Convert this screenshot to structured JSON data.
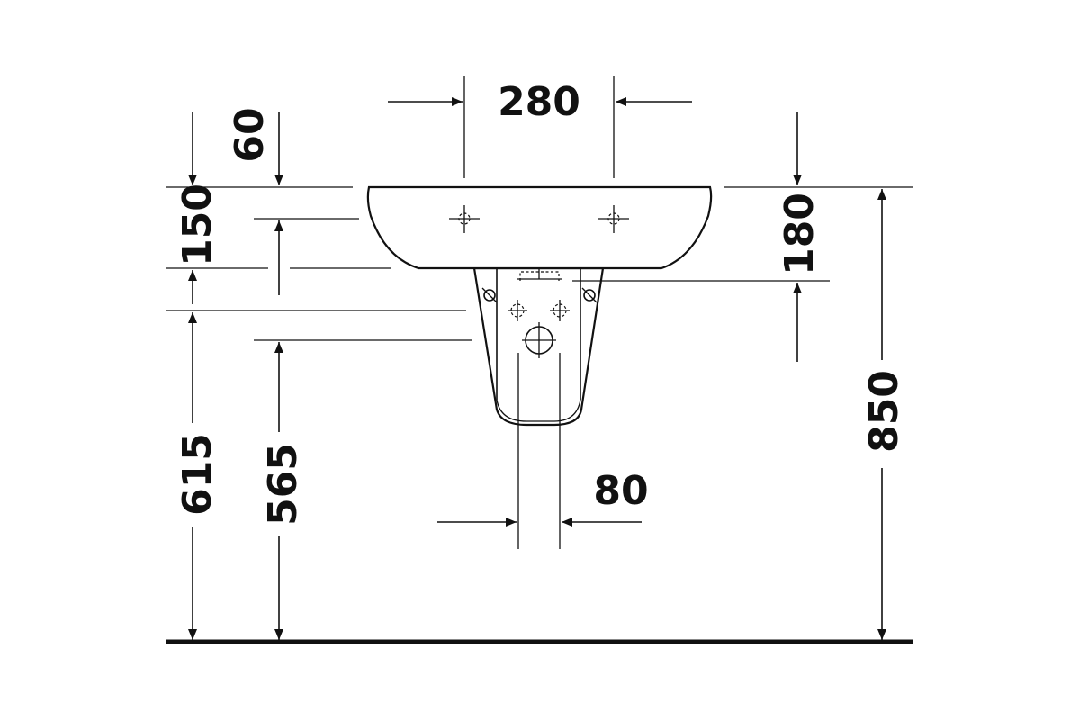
{
  "dimensions": {
    "tap_hole_spacing": "280",
    "tap_hole_offset": "60",
    "bowl_depth": "150",
    "siphon_cover_drop": "180",
    "overall_height": "850",
    "fixing_height": "615",
    "outlet_height": "565",
    "pedestal_width": "80"
  }
}
